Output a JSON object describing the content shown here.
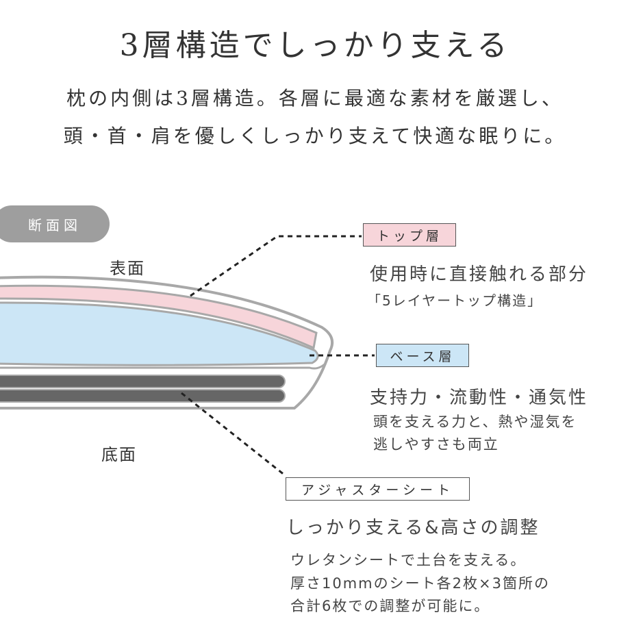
{
  "header": {
    "title": "3層構造でしっかり支える",
    "lead_line1": "枕の内側は3層構造。各層に最適な素材を厳選し、",
    "lead_line2": "頭・首・肩を優しくしっかり支えて快適な眠りに。"
  },
  "diagram": {
    "badge": "断面図",
    "surface_top": "表面",
    "surface_bottom": "底面"
  },
  "layers": {
    "top": {
      "tag": "トップ層",
      "heading": "使用時に直接触れる部分",
      "desc": "「5レイヤートップ構造」"
    },
    "base": {
      "tag": "ベース層",
      "heading": "支持力・流動性・通気性",
      "desc_line1": "頭を支える力と、熱や湿気を",
      "desc_line2": "逃しやすさも両立"
    },
    "adjuster": {
      "tag": "アジャスターシート",
      "heading": "しっかり支える&高さの調整",
      "desc_line1": "ウレタンシートで土台を支える。",
      "desc_line2": "厚さ10mmのシート各2枚×3箇所の",
      "desc_line3": "合計6枚での調整が可能に。"
    }
  },
  "colors": {
    "top_layer": "#f7d5da",
    "base_layer": "#cce6f6",
    "sheet": "#666666",
    "outline": "#a8a8a8",
    "badge": "#9e9e9e"
  }
}
